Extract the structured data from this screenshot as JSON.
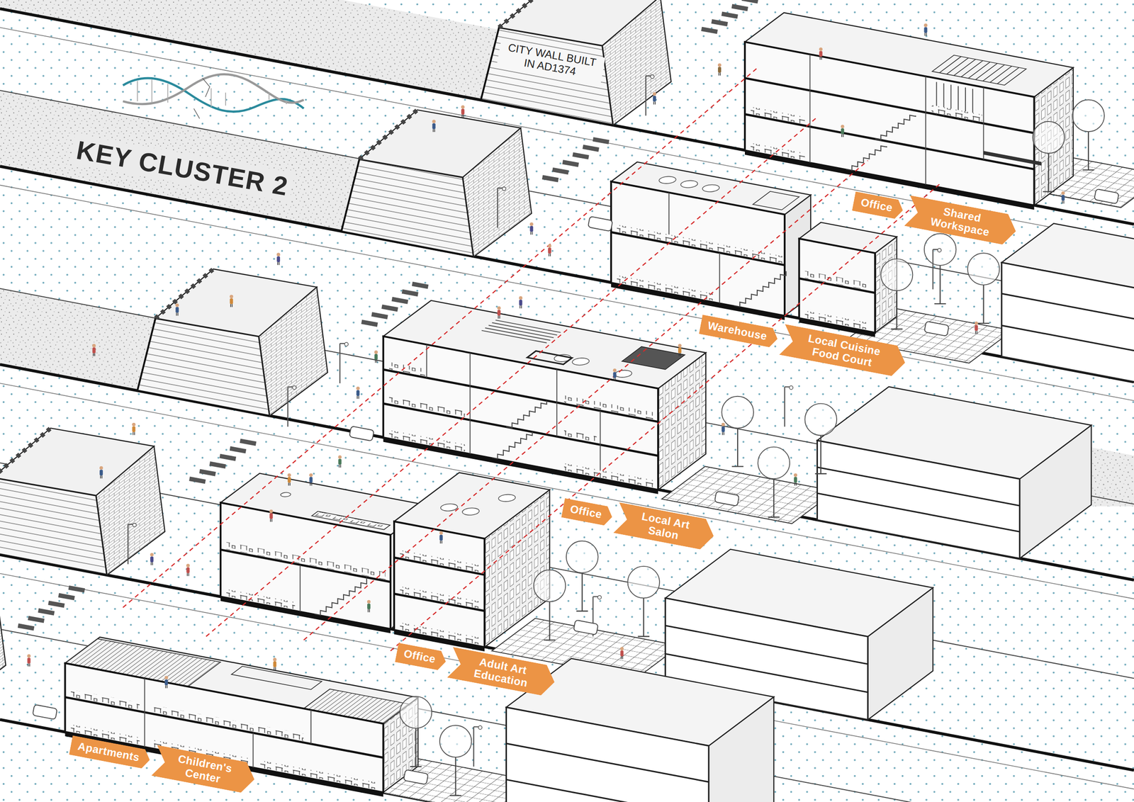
{
  "diagram": {
    "title": "KEY CLUSTER 2",
    "nodes": [
      {
        "text": [
          "Office"
        ]
      },
      {
        "text": [
          "Shared Workspace"
        ]
      },
      {
        "text": [
          "Warehouse"
        ]
      },
      {
        "text": [
          "Local Cuisine Food Court"
        ]
      },
      {
        "text": [
          "Office"
        ]
      },
      {
        "text": [
          "Local Art Salon"
        ]
      },
      {
        "text": [
          "Office"
        ]
      },
      {
        "text": [
          "Adult Art Education"
        ]
      },
      {
        "text": [
          "Apartments"
        ]
      },
      {
        "text": [
          "Children's Center"
        ]
      }
    ],
    "labels": [
      "CITY WALL BUILT IN AD1374"
    ]
  }
}
